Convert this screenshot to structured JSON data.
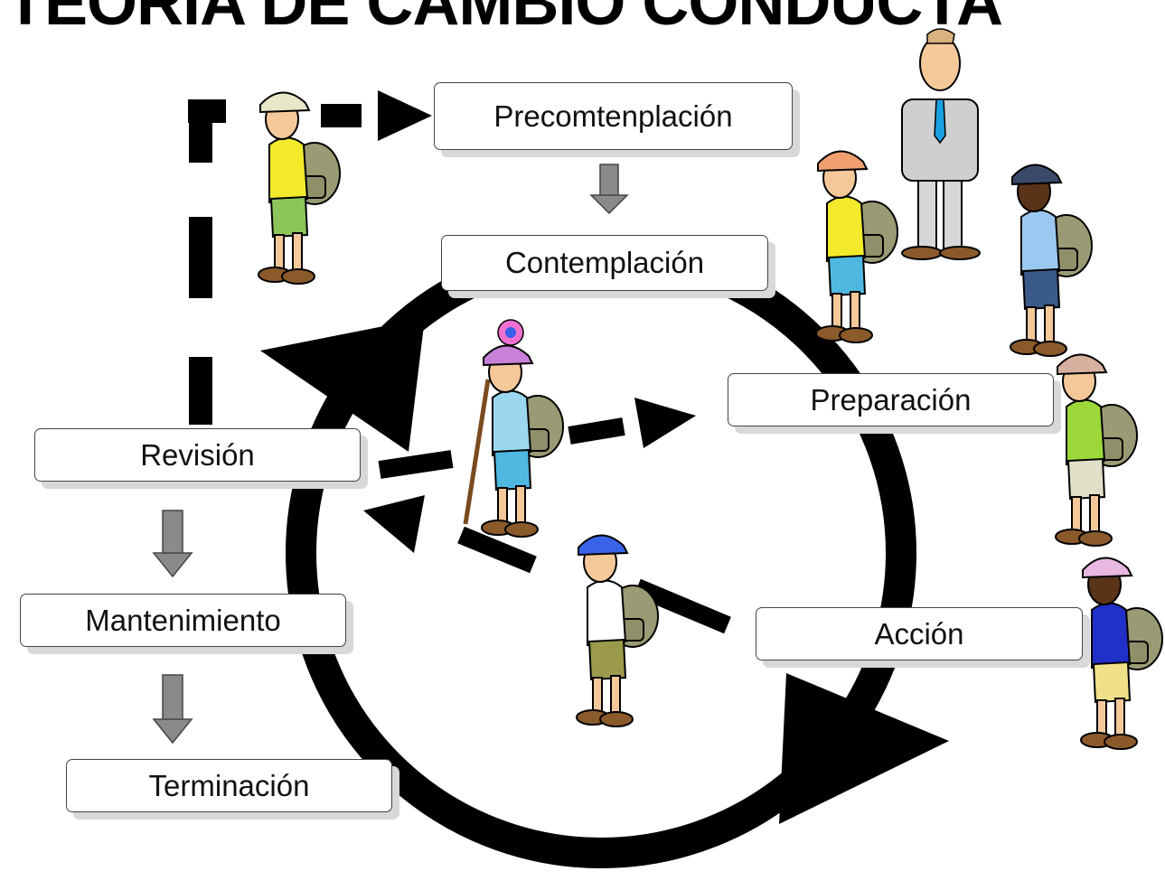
{
  "title": "TEORÍA DE CAMBIO CONDUCTA",
  "stages": {
    "precontemplacion": "Precomtenplación",
    "contemplacion": "Contemplación",
    "preparacion": "Preparación",
    "accion": "Acción",
    "revision": "Revisión",
    "mantenimiento": "Mantenimiento",
    "terminacion": "Terminación"
  },
  "colors": {
    "arrow_black": "#000000",
    "arrow_gray": "#888888",
    "box_shadow": "#d8d8d8"
  },
  "icons": [
    "hiker-icon",
    "businessman-icon",
    "backpack-icon",
    "walking-stick-icon"
  ]
}
